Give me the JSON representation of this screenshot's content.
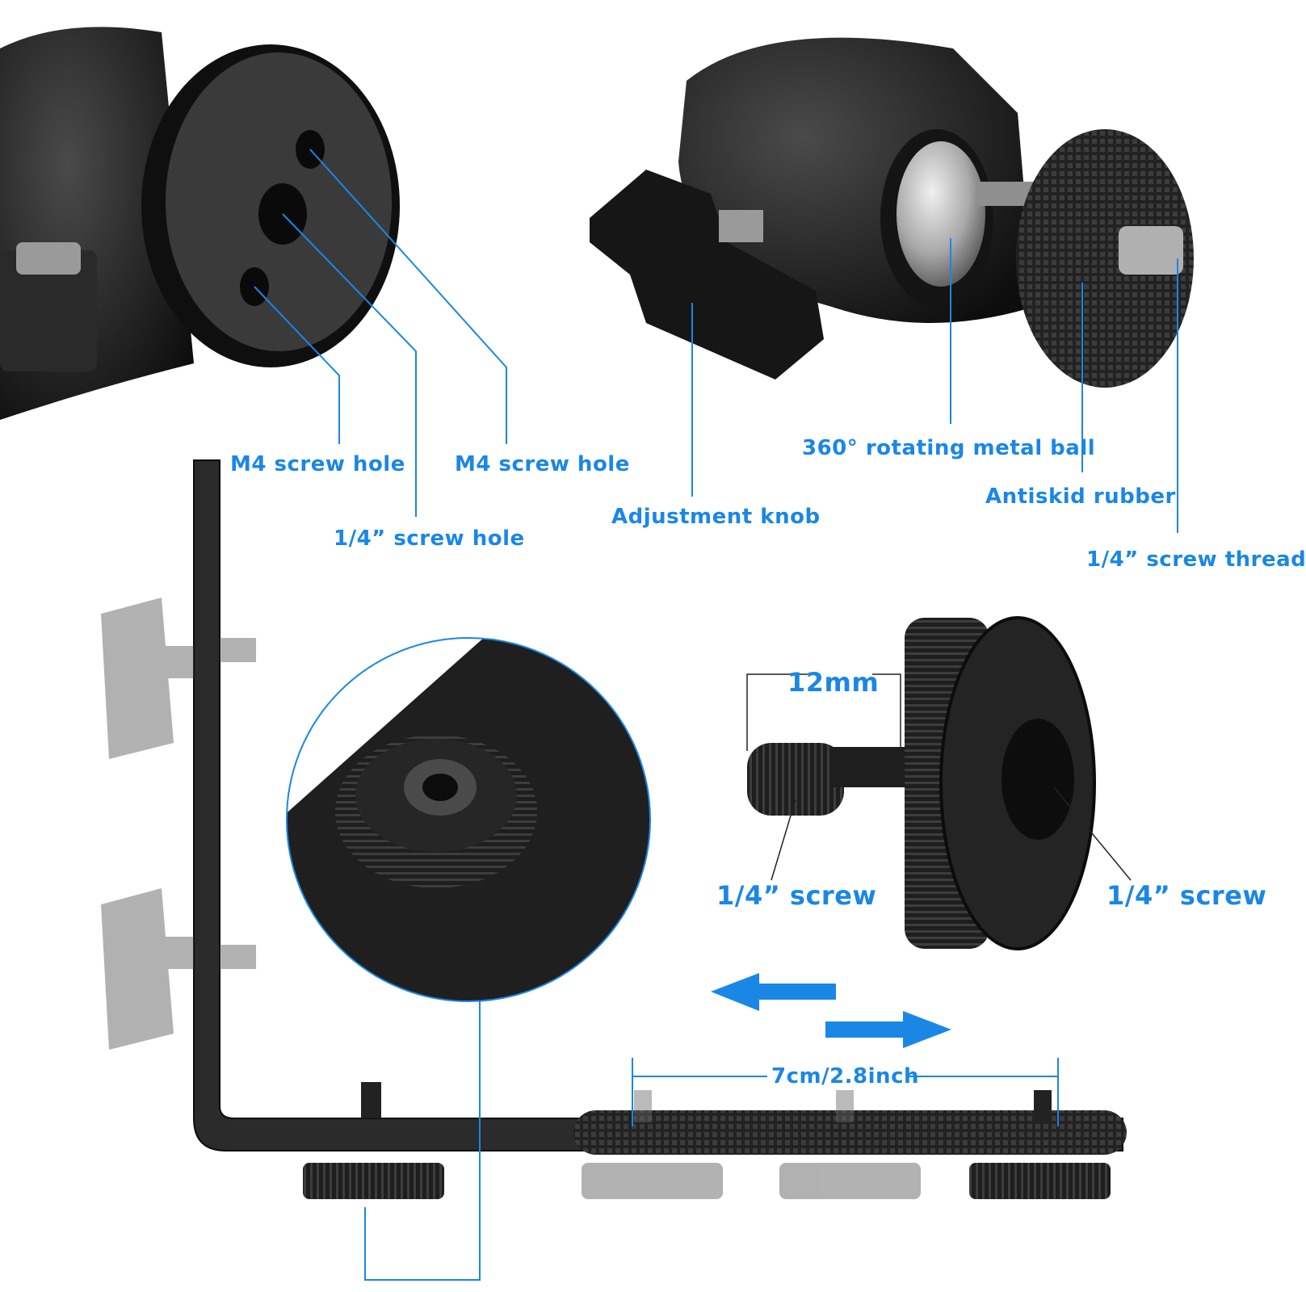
{
  "colors": {
    "accent": "#1a87e6",
    "metal_dark": "#1b1b1b",
    "metal_mid": "#3a3a3a",
    "ghost": "#9a9a9a",
    "ball": "#b9b9b9"
  },
  "panels": {
    "ballhead_bottom": {
      "callouts": [
        {
          "id": "m4-left",
          "text": "M4 screw hole"
        },
        {
          "id": "quarter-hole",
          "text": "1/4” screw hole"
        },
        {
          "id": "m4-right",
          "text": "M4 screw hole"
        }
      ]
    },
    "ballhead_side": {
      "callouts": [
        {
          "id": "knob",
          "text": "Adjustment knob"
        },
        {
          "id": "ball",
          "text": "360° rotating metal ball"
        },
        {
          "id": "rubber",
          "text": "Antiskid rubber"
        },
        {
          "id": "thread",
          "text": "1/4” screw thread"
        }
      ]
    },
    "thumb_screw": {
      "dimension": "12mm",
      "callouts": [
        {
          "id": "male",
          "text": "1/4” screw"
        },
        {
          "id": "female",
          "text": "1/4” screw"
        }
      ]
    },
    "bracket": {
      "slide_dimension": "7cm/2.8inch",
      "arrows": [
        "arrow-left",
        "arrow-right"
      ]
    }
  }
}
